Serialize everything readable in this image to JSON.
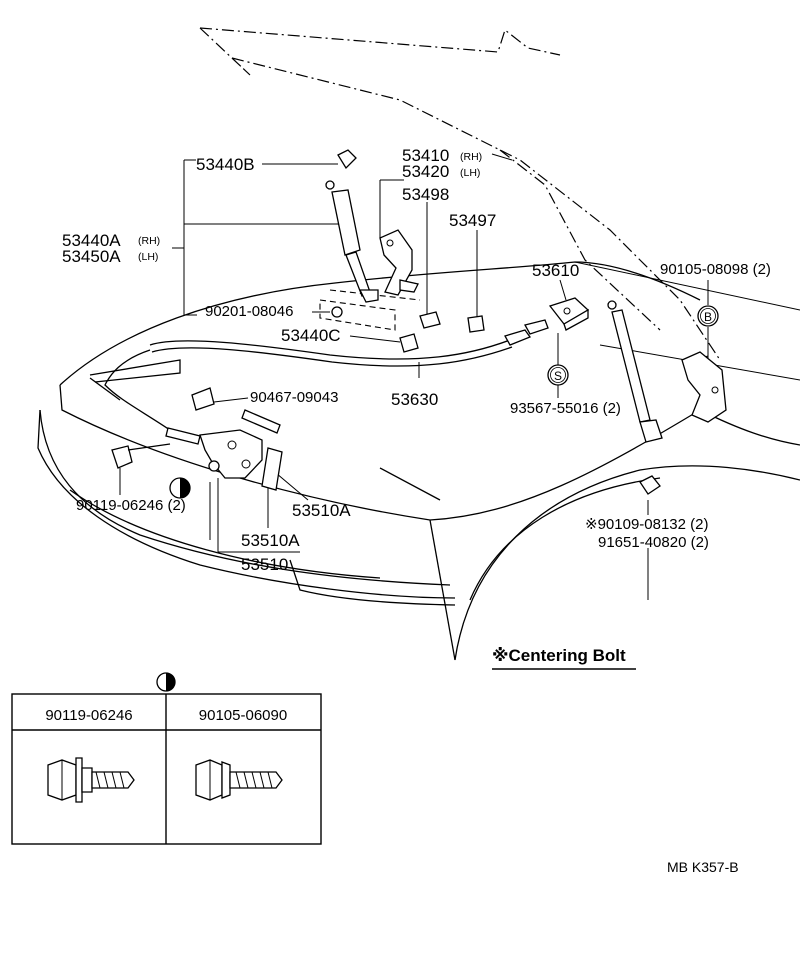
{
  "labels": {
    "p53440B": "53440B",
    "p53410": "53410",
    "rh1": "(RH)",
    "p53420": "53420",
    "lh1": "(LH)",
    "p53498": "53498",
    "p53497": "53497",
    "p53440A": "53440A",
    "rh2": "(RH)",
    "p53450A": "53450A",
    "lh2": "(LH)",
    "p53610": "53610",
    "p90105_08098": "90105-08098 (2)",
    "p90201": "90201-08046",
    "p53440C": "53440C",
    "p53630": "53630",
    "p90467": "90467-09043",
    "p93567": "93567-55016 (2)",
    "p90119": "90119-06246 (2)",
    "p53510A_1": "53510A",
    "p53510A_2": "53510A",
    "p53510": "53510",
    "p90109": "※90109-08132 (2)",
    "p91651": "91651-40820 (2)",
    "circle_b": "B",
    "circle_s": "S",
    "note": "※Centering Bolt",
    "footer": "MB  K357-B"
  },
  "table": {
    "headers": [
      "90119-06246",
      "90105-06090"
    ]
  }
}
